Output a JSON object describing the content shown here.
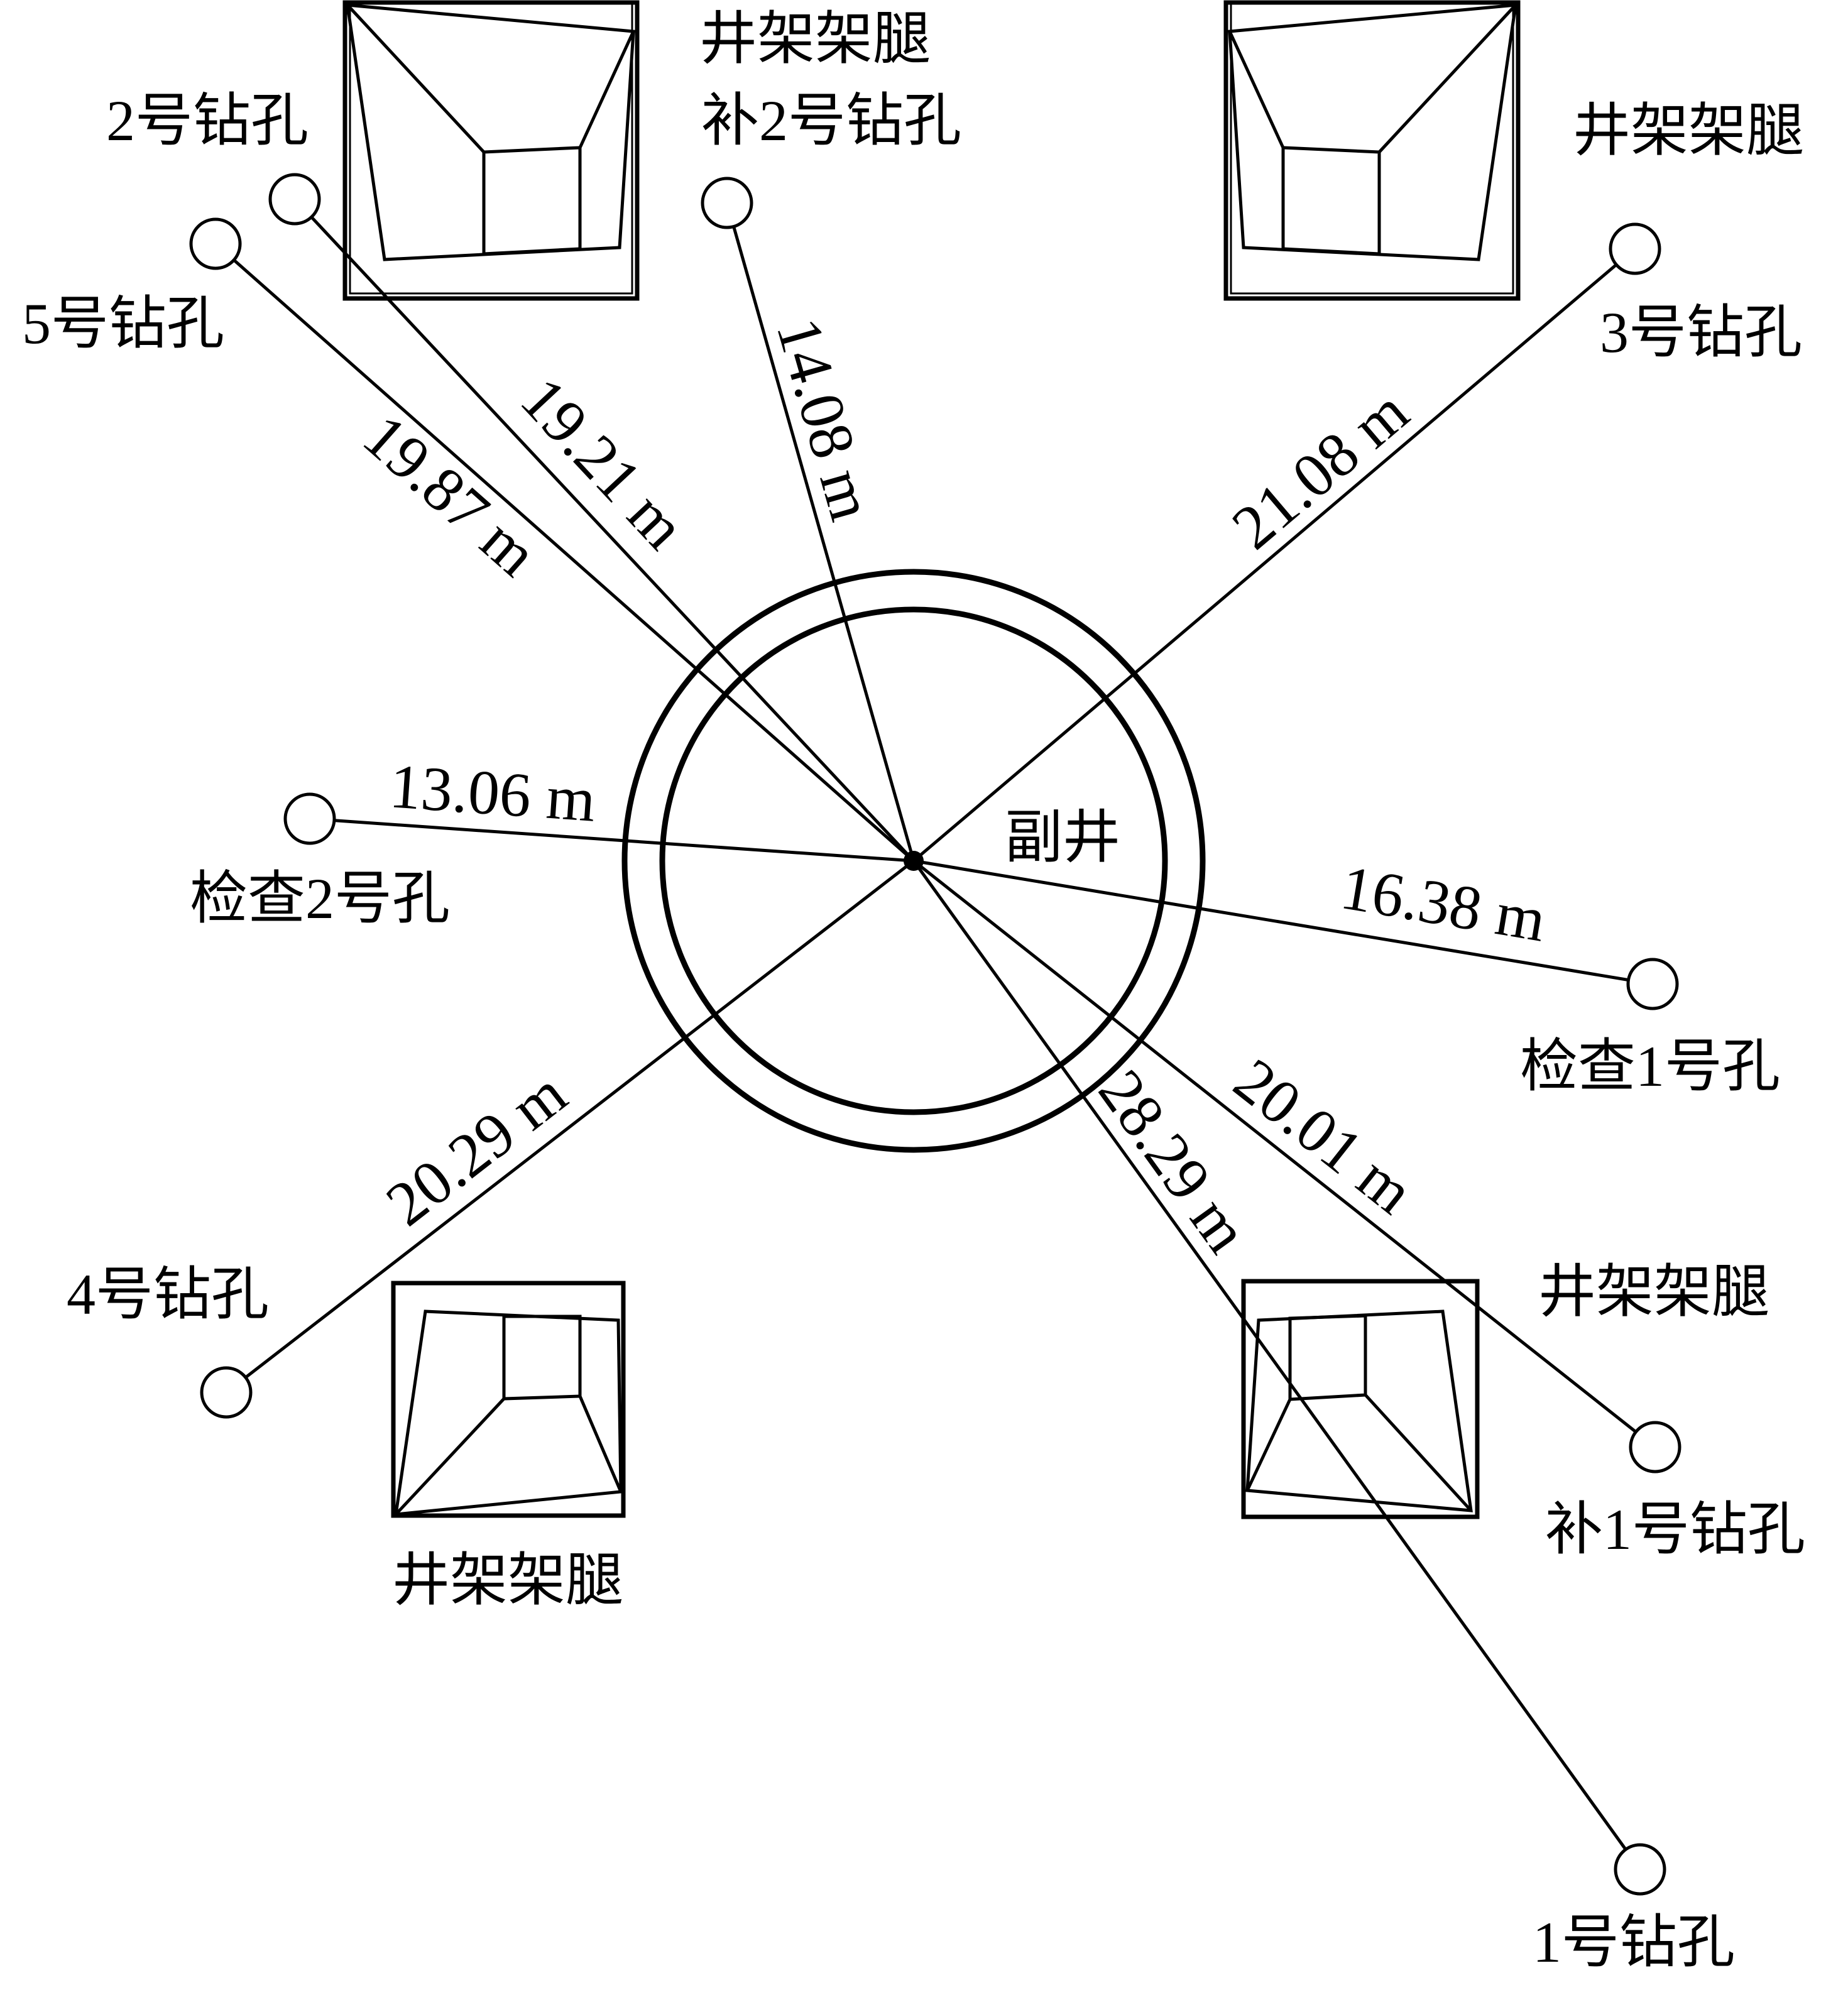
{
  "shaft": {
    "label": "副井"
  },
  "derrick_leg_label": "井架架腿",
  "holes": [
    {
      "id": "2",
      "label": "2号钻孔",
      "distance": "19.21 m"
    },
    {
      "id": "5",
      "label": "5号钻孔",
      "distance": "19.87 m"
    },
    {
      "id": "b2",
      "label": "补2号钻孔",
      "distance": "14.08 m"
    },
    {
      "id": "3",
      "label": "3号钻孔",
      "distance": "21.08 m"
    },
    {
      "id": "c2",
      "label": "检查2号孔",
      "distance": "13.06 m"
    },
    {
      "id": "c1",
      "label": "检查1号孔",
      "distance": "16.38 m"
    },
    {
      "id": "4",
      "label": "4号钻孔",
      "distance": "20.29 m"
    },
    {
      "id": "b1",
      "label": "补1号钻孔",
      "distance": "20.01 m"
    },
    {
      "id": "1",
      "label": "1号钻孔",
      "distance": "28.29 m"
    }
  ]
}
